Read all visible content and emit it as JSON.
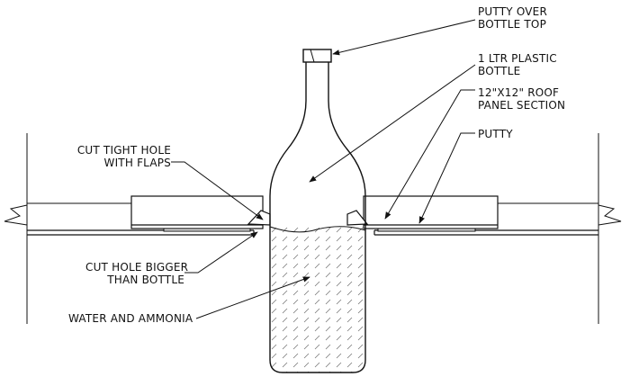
{
  "labels": {
    "putty_over_top": [
      "PUTTY OVER",
      "BOTTLE TOP"
    ],
    "bottle": [
      "1 LTR PLASTIC",
      "BOTTLE"
    ],
    "roof_panel": [
      "12\"X12\" ROOF",
      "PANEL SECTION"
    ],
    "putty": "PUTTY",
    "cut_tight_hole": [
      "CUT TIGHT HOLE",
      "WITH FLAPS"
    ],
    "cut_hole_bigger": [
      "CUT HOLE BIGGER",
      "THAN BOTTLE"
    ],
    "water_ammonia": "WATER AND AMMONIA"
  }
}
